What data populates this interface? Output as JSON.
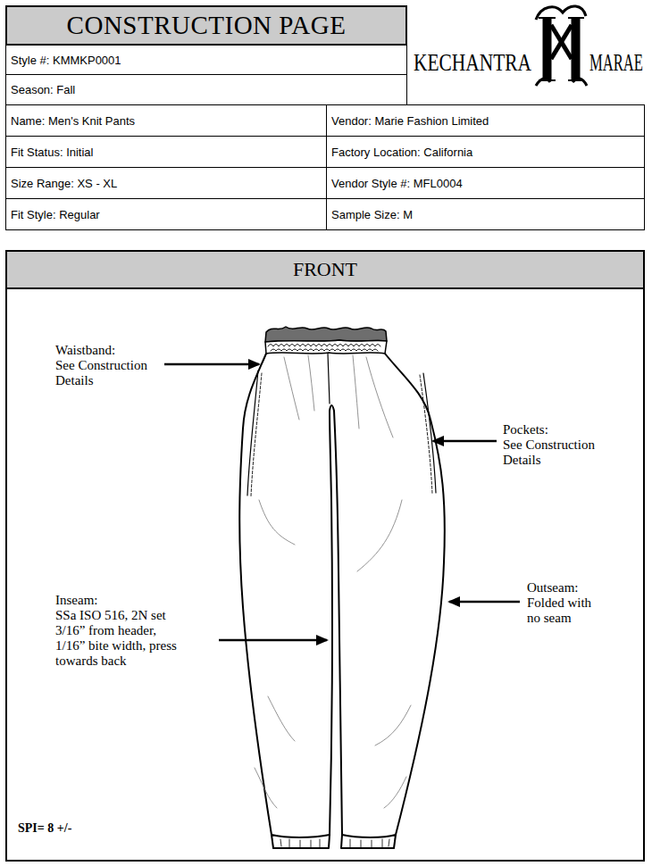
{
  "diagram": {
    "title": "CONSTRUCTION PAGE",
    "nodes": [
      {
        "text": [
          "FRONT"
        ]
      }
    ],
    "labels": [
      "KECHANTRA",
      "MARAE",
      "Style #: KMMKP0001",
      "Season: Fall",
      "Name: Men's Knit Pants",
      "Vendor: Marie Fashion Limited",
      "Fit Status: Initial",
      "Factory Location: California",
      "Size Range: XS - XL",
      "Vendor Style #: MFL0004",
      "Fit Style: Regular",
      "Sample Size: M",
      "Waistband:",
      "See Construction Details",
      "Pockets:",
      "See Construction Details",
      "Inseam:",
      "SSa ISO 516, 2N set 3/16” from header, 1/16” bite width, press towards back",
      "Outseam:",
      "Folded with no seam",
      "SPI= 8 +/-"
    ]
  }
}
